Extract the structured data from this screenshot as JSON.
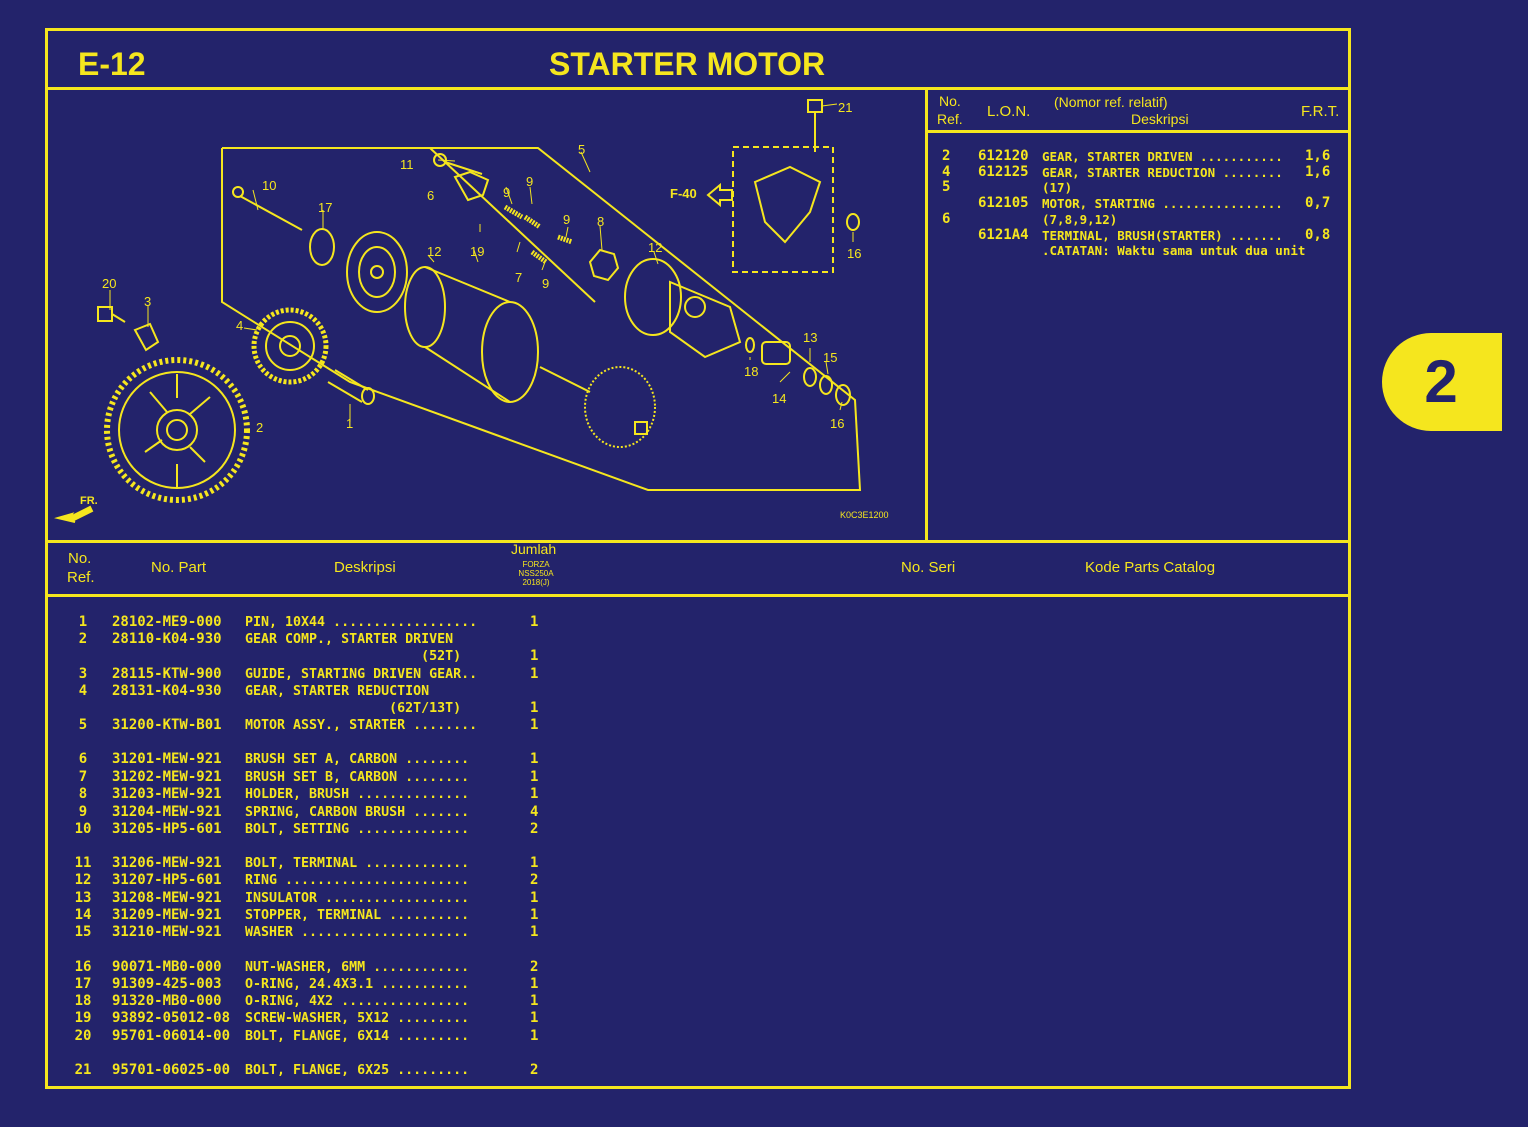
{
  "header": {
    "code": "E-12",
    "title": "STARTER MOTOR"
  },
  "diagram": {
    "figure_code": "K0C3E1200",
    "fr_label": "FR.",
    "ref_label": "F-40",
    "callouts": [
      "1",
      "2",
      "3",
      "4",
      "5",
      "6",
      "7",
      "8",
      "9",
      "9",
      "9",
      "9",
      "10",
      "11",
      "12",
      "12",
      "13",
      "14",
      "15",
      "16",
      "16",
      "17",
      "18",
      "19",
      "20",
      "21"
    ]
  },
  "frt_table": {
    "headers": {
      "no": "No.",
      "ref": "Ref.",
      "lon": "L.O.N.",
      "rel": "(Nomor ref. relatif)",
      "desc": "Deskripsi",
      "frt": "F.R.T."
    },
    "rows": [
      {
        "ref": "2",
        "lon": "612120",
        "desc": "GEAR, STARTER DRIVEN ...........",
        "frt": "1,6"
      },
      {
        "ref": "4",
        "lon": "612125",
        "desc": "GEAR, STARTER REDUCTION ........",
        "frt": "1,6"
      },
      {
        "ref": "5",
        "lon": "",
        "desc": "(17)",
        "frt": ""
      },
      {
        "ref": "",
        "lon": "612105",
        "desc": "MOTOR, STARTING ................",
        "frt": "0,7"
      },
      {
        "ref": "6",
        "lon": "",
        "desc": "(7,8,9,12)",
        "frt": ""
      },
      {
        "ref": "",
        "lon": "6121A4",
        "desc": "TERMINAL, BRUSH(STARTER) .......",
        "frt": "0,8"
      }
    ],
    "note": ".CATATAN: Waktu sama untuk dua unit"
  },
  "parts_table": {
    "headers": {
      "no": "No.",
      "ref": "Ref.",
      "part": "No. Part",
      "desc": "Deskripsi",
      "qty": "Jumlah",
      "model1": "FORZA",
      "model2": "NSS250A",
      "model3": "2018(J)",
      "serial": "No. Seri",
      "catalog": "Kode Parts Catalog"
    },
    "rows": [
      {
        "ref": "1",
        "part": "28102-ME9-000",
        "desc": "PIN, 10X44 ..................",
        "qty": "1"
      },
      {
        "ref": "2",
        "part": "28110-K04-930",
        "desc": "GEAR COMP., STARTER DRIVEN",
        "qty": ""
      },
      {
        "ref": "",
        "part": "",
        "desc": "                      (52T)",
        "qty": "1"
      },
      {
        "ref": "3",
        "part": "28115-KTW-900",
        "desc": "GUIDE, STARTING DRIVEN GEAR..",
        "qty": "1"
      },
      {
        "ref": "4",
        "part": "28131-K04-930",
        "desc": "GEAR, STARTER REDUCTION",
        "qty": ""
      },
      {
        "ref": "",
        "part": "",
        "desc": "                  (62T/13T)",
        "qty": "1"
      },
      {
        "ref": "5",
        "part": "31200-KTW-B01",
        "desc": "MOTOR ASSY., STARTER ........",
        "qty": "1"
      },
      {
        "ref": "6",
        "part": "31201-MEW-921",
        "desc": "BRUSH SET A, CARBON ........",
        "qty": "1"
      },
      {
        "ref": "7",
        "part": "31202-MEW-921",
        "desc": "BRUSH SET B, CARBON ........",
        "qty": "1"
      },
      {
        "ref": "8",
        "part": "31203-MEW-921",
        "desc": "HOLDER, BRUSH ..............",
        "qty": "1"
      },
      {
        "ref": "9",
        "part": "31204-MEW-921",
        "desc": "SPRING, CARBON BRUSH .......",
        "qty": "4"
      },
      {
        "ref": "10",
        "part": "31205-HP5-601",
        "desc": "BOLT, SETTING ..............",
        "qty": "2"
      },
      {
        "ref": "11",
        "part": "31206-MEW-921",
        "desc": "BOLT, TERMINAL .............",
        "qty": "1"
      },
      {
        "ref": "12",
        "part": "31207-HP5-601",
        "desc": "RING .......................",
        "qty": "2"
      },
      {
        "ref": "13",
        "part": "31208-MEW-921",
        "desc": "INSULATOR ..................",
        "qty": "1"
      },
      {
        "ref": "14",
        "part": "31209-MEW-921",
        "desc": "STOPPER, TERMINAL ..........",
        "qty": "1"
      },
      {
        "ref": "15",
        "part": "31210-MEW-921",
        "desc": "WASHER .....................",
        "qty": "1"
      },
      {
        "ref": "16",
        "part": "90071-MB0-000",
        "desc": "NUT-WASHER, 6MM ............",
        "qty": "2"
      },
      {
        "ref": "17",
        "part": "91309-425-003",
        "desc": "O-RING, 24.4X3.1 ...........",
        "qty": "1"
      },
      {
        "ref": "18",
        "part": "91320-MB0-000",
        "desc": "O-RING, 4X2 ................",
        "qty": "1"
      },
      {
        "ref": "19",
        "part": "93892-05012-08",
        "desc": "SCREW-WASHER, 5X12 .........",
        "qty": "1"
      },
      {
        "ref": "20",
        "part": "95701-06014-00",
        "desc": "BOLT, FLANGE, 6X14 .........",
        "qty": "1"
      },
      {
        "ref": "21",
        "part": "95701-06025-00",
        "desc": "BOLT, FLANGE, 6X25 .........",
        "qty": "2"
      }
    ]
  },
  "side_tab": {
    "label": "2"
  }
}
